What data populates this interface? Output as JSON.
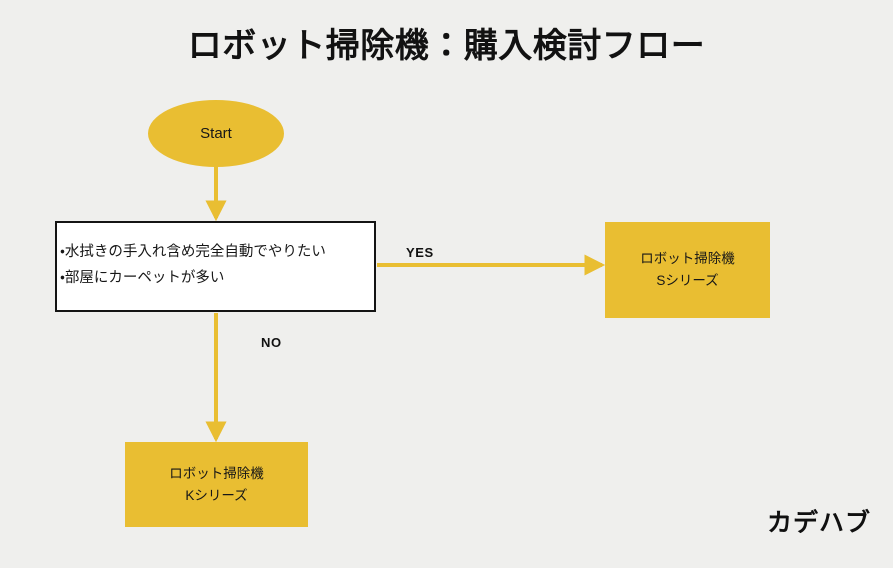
{
  "page": {
    "title": "ロボット掃除機：購入検討フロー",
    "background_color": "#efefed",
    "accent_color": "#e9be32",
    "text_color": "#111111"
  },
  "flowchart": {
    "nodes": {
      "start": {
        "label": "Start",
        "shape": "ellipse",
        "fill": "#e9be32"
      },
      "decision": {
        "shape": "rectangle",
        "fill": "#ffffff",
        "border_color": "#141414",
        "lines": [
          "・水拭きの手入れ含め完全自動でやりたい",
          "・部屋にカーペットが多い"
        ]
      },
      "result_yes": {
        "shape": "rectangle",
        "fill": "#e9be32",
        "lines": [
          "ロボット掃除機",
          "Sシリーズ"
        ]
      },
      "result_no": {
        "shape": "rectangle",
        "fill": "#e9be32",
        "lines": [
          "ロボット掃除機",
          "Kシリーズ"
        ]
      }
    },
    "edges": {
      "start_to_decision": {
        "label": ""
      },
      "decision_to_yes": {
        "label": "YES"
      },
      "decision_to_no": {
        "label": "NO"
      }
    }
  },
  "brand": {
    "name": "カデハブ"
  }
}
